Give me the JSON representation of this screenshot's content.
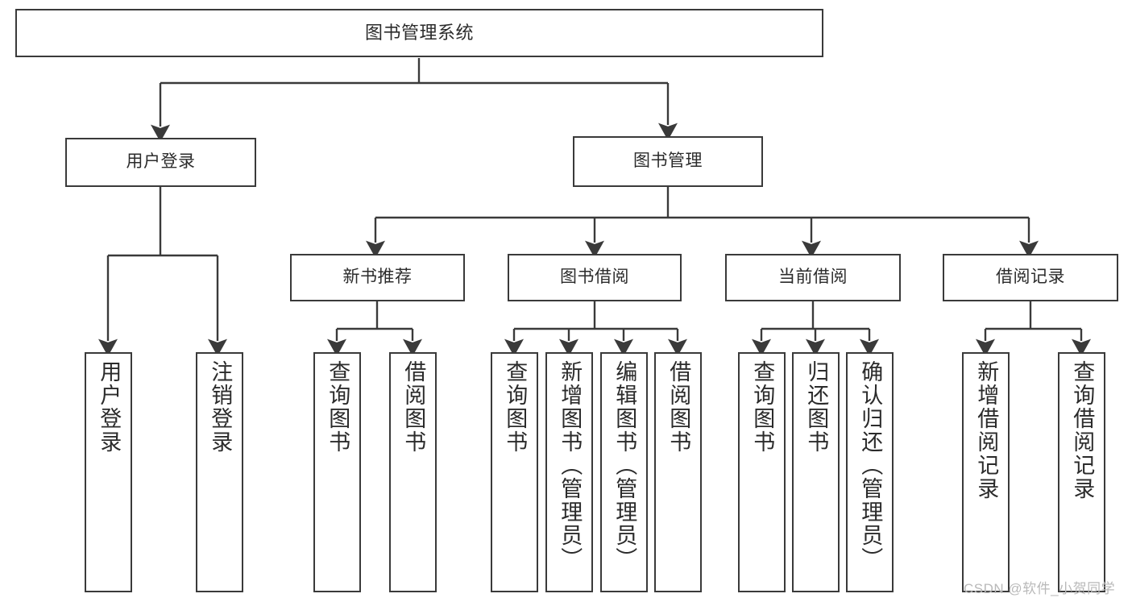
{
  "diagram": {
    "type": "tree-hierarchy-functional-decomposition",
    "root": {
      "id": "root",
      "label": "图书管理系统"
    },
    "level2": [
      {
        "id": "user-login",
        "label": "用户登录"
      },
      {
        "id": "book-manage",
        "label": "图书管理"
      }
    ],
    "level3": [
      {
        "id": "new-book-recommend",
        "label": "新书推荐",
        "parent": "book-manage"
      },
      {
        "id": "book-borrow",
        "label": "图书借阅",
        "parent": "book-manage"
      },
      {
        "id": "current-borrow",
        "label": "当前借阅",
        "parent": "book-manage"
      },
      {
        "id": "borrow-record",
        "label": "借阅记录",
        "parent": "book-manage"
      }
    ],
    "leaves": [
      {
        "id": "leaf-user-login",
        "label": "用户登录",
        "parent": "user-login"
      },
      {
        "id": "leaf-logout-login",
        "label": "注销登录",
        "parent": "user-login"
      },
      {
        "id": "leaf-query-book-1",
        "label": "查询图书",
        "parent": "new-book-recommend"
      },
      {
        "id": "leaf-borrow-book-1",
        "label": "借阅图书",
        "parent": "new-book-recommend"
      },
      {
        "id": "leaf-query-book-2",
        "label": "查询图书",
        "parent": "book-borrow"
      },
      {
        "id": "leaf-add-book",
        "label": "新增图书（管理员）",
        "parent": "book-borrow"
      },
      {
        "id": "leaf-edit-book",
        "label": "编辑图书（管理员）",
        "parent": "book-borrow"
      },
      {
        "id": "leaf-borrow-book-2",
        "label": "借阅图书",
        "parent": "book-borrow"
      },
      {
        "id": "leaf-query-book-3",
        "label": "查询图书",
        "parent": "current-borrow"
      },
      {
        "id": "leaf-return-book",
        "label": "归还图书",
        "parent": "current-borrow"
      },
      {
        "id": "leaf-confirm-return",
        "label": "确认归还（管理员）",
        "parent": "current-borrow"
      },
      {
        "id": "leaf-add-record",
        "label": "新增借阅记录",
        "parent": "borrow-record"
      },
      {
        "id": "leaf-query-record",
        "label": "查询借阅记录",
        "parent": "borrow-record"
      }
    ]
  },
  "watermark": {
    "text": "CSDN @软件_小贺同学"
  },
  "colors": {
    "stroke": "#3a3a3a",
    "background": "#ffffff",
    "text": "#2b2b2b",
    "watermark": "#b9b9b9"
  }
}
